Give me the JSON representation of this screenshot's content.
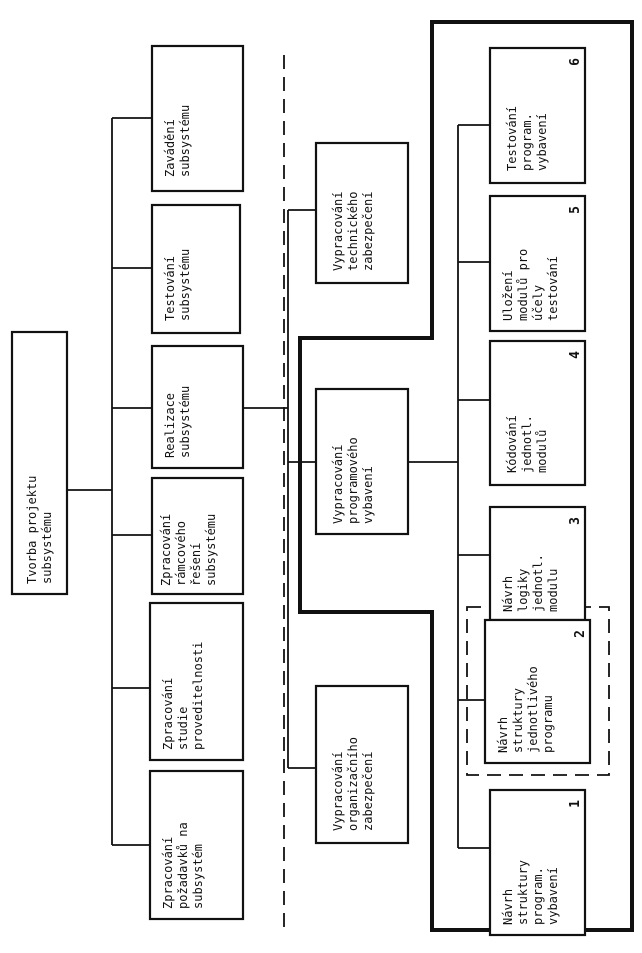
{
  "root": {
    "lines": [
      "Tvorba projektu",
      "subsystému"
    ]
  },
  "phases": [
    {
      "lines": [
        "Zavádění",
        "subsystému"
      ]
    },
    {
      "lines": [
        "Testování",
        "subsystému"
      ]
    },
    {
      "lines": [
        "Realizace",
        "subsystému"
      ]
    },
    {
      "lines": [
        "Zpracování",
        "rámcového",
        "řešení",
        "subsystému"
      ]
    },
    {
      "lines": [
        "Zpracování",
        "studie",
        "proveditelnosti"
      ]
    },
    {
      "lines": [
        "Zpracování",
        "požadavků na",
        "subsystém"
      ]
    }
  ],
  "support": [
    {
      "lines": [
        "Vypracování",
        "technického",
        "zabezpečení"
      ]
    },
    {
      "lines": [
        "Vypracování",
        "programového",
        "vybavení"
      ]
    },
    {
      "lines": [
        "Vypracování",
        "organizačního",
        "zabezpečení"
      ]
    }
  ],
  "software_steps": [
    {
      "number": "6",
      "lines": [
        "Testování",
        "program.",
        "vybavení"
      ]
    },
    {
      "number": "5",
      "lines": [
        "Uložení",
        "modulů pro",
        "účely",
        "testování"
      ]
    },
    {
      "number": "4",
      "lines": [
        "Kódování",
        "jednotl.",
        "modulů"
      ]
    },
    {
      "number": "3",
      "lines": [
        "Návrh",
        "logiky",
        "jednotl.",
        "modulu"
      ]
    },
    {
      "number": "2",
      "lines": [
        "Návrh",
        "struktury",
        "jednotlivého",
        "programu"
      ]
    },
    {
      "number": "1",
      "lines": [
        "Návrh",
        "struktury",
        "program.",
        "vybavení"
      ]
    }
  ]
}
